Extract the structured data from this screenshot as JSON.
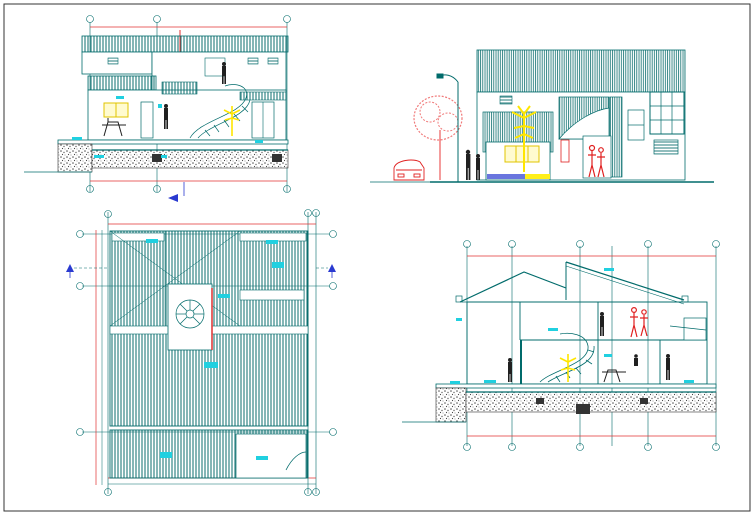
{
  "drawing": {
    "views": [
      {
        "id": "section-a",
        "kind": "sectional elevation"
      },
      {
        "id": "front-elevation",
        "kind": "front elevation"
      },
      {
        "id": "roof-plan",
        "kind": "roof plan"
      },
      {
        "id": "section-b",
        "kind": "cross section"
      }
    ],
    "colors": {
      "line": "#006b6b",
      "dim_red": "#e03030",
      "hatch": "#0a6c6c",
      "cyan_label": "#20d0e0",
      "yellow": "#ffef1a",
      "tree": "#f07a7a",
      "people": "#202020",
      "red_figures": "#e02020",
      "gravel": "#555555",
      "marker": "#2a3ad0"
    },
    "icons": [
      "section-marker-icon",
      "north-arrow-icon",
      "tree-icon",
      "car-icon",
      "lamp-post-icon",
      "palm-tree-icon",
      "person-icon",
      "spiral-stair-icon"
    ]
  }
}
